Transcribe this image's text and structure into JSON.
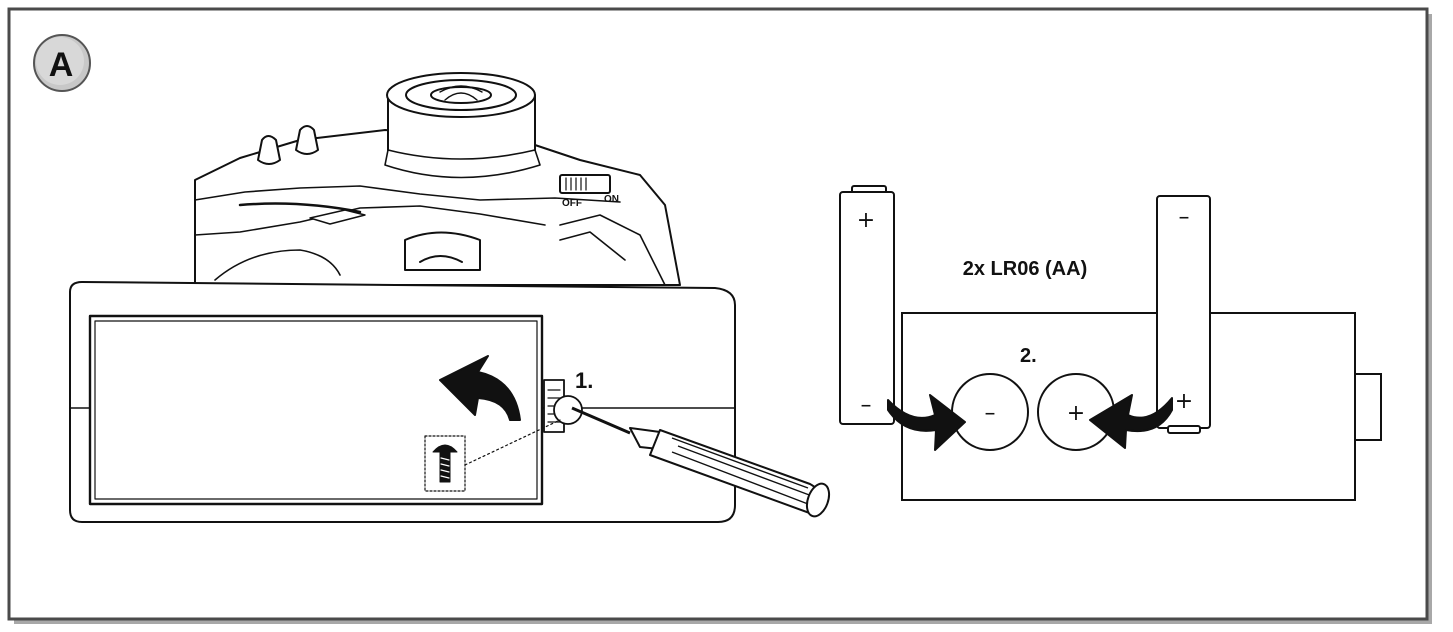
{
  "panel": {
    "badge": "A"
  },
  "remote": {
    "switch_off": "OFF",
    "switch_on": "ON"
  },
  "steps": {
    "step1": "1.",
    "step2": "2."
  },
  "battery_spec": "2x LR06 (AA)",
  "batteries": {
    "left": {
      "top": "+",
      "bottom": "–"
    },
    "right": {
      "top": "–",
      "bottom": "+"
    }
  },
  "compartment": {
    "slot_left": "–",
    "slot_right": "+"
  },
  "colors": {
    "ink": "#111111",
    "frame_shadow": "#9a9a9a",
    "badge_fill": "#c8c8c8"
  }
}
